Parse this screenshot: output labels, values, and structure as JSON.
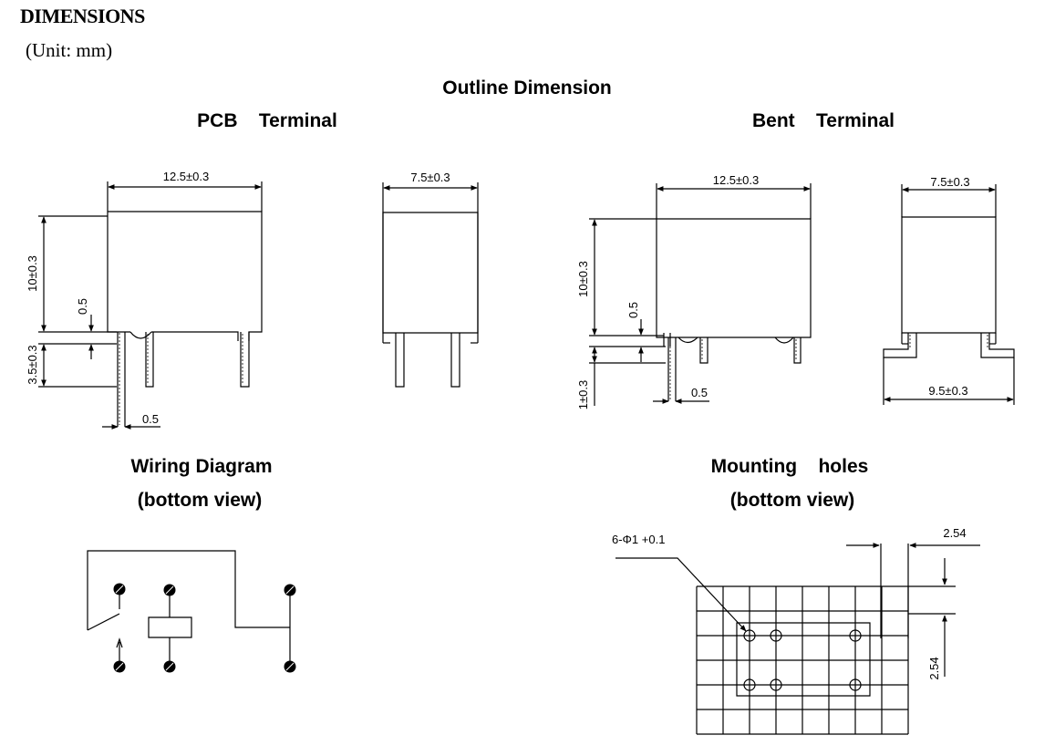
{
  "header": {
    "title": "DIMENSIONS",
    "unit_note": "(Unit: mm)"
  },
  "sections": {
    "outline_title": "Outline Dimension",
    "pcb_title": "PCB    Terminal",
    "bent_title": "Bent    Terminal",
    "wiring_title": "Wiring Diagram",
    "wiring_subtitle": "(bottom view)",
    "mounting_title": "Mounting    holes",
    "mounting_subtitle": "(bottom view)"
  },
  "dimensions": {
    "pcb_width": "12.5±0.3",
    "pcb_depth": "7.5±0.3",
    "pcb_height": "10±0.3",
    "pcb_pin_offset": "0.5",
    "pcb_pin_length": "3.5±0.3",
    "pcb_pin_width": "0.5",
    "bent_width": "12.5±0.3",
    "bent_depth": "7.5±0.3",
    "bent_height": "10±0.3",
    "bent_pin_offset": "0.5",
    "bent_pin_length": "1±0.3",
    "bent_pin_width": "0.5",
    "bent_foot_span": "9.5±0.3",
    "hole_spec": "6-Φ1 +0.1",
    "pitch_x": "2.54",
    "pitch_y": "2.54"
  },
  "colors": {
    "ink": "#000000",
    "background": "#ffffff"
  }
}
